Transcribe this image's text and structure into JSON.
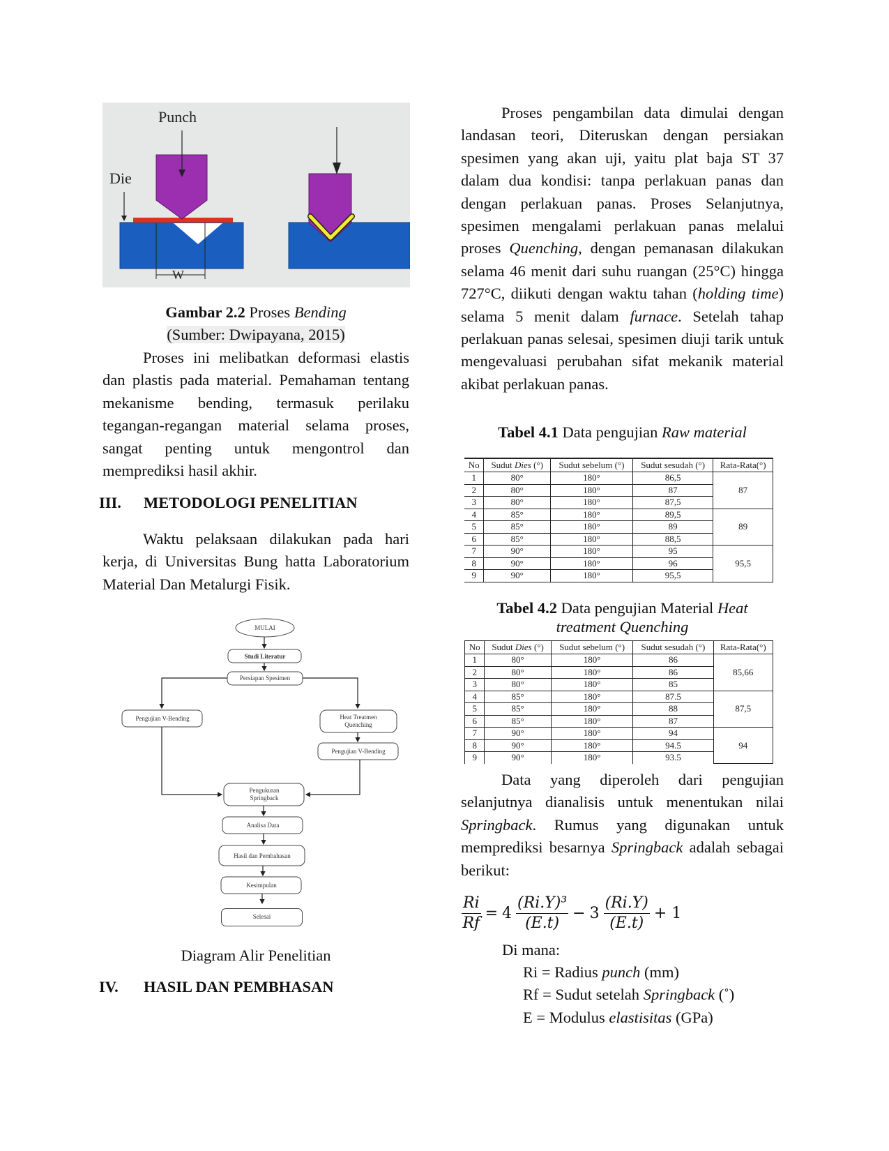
{
  "figure": {
    "labels": {
      "punch": "Punch",
      "die": "Die",
      "width": "W"
    },
    "caption_bold": "Gambar 2.2",
    "caption_text": "Proses",
    "caption_italic": "Bending",
    "source": "(Sumber: Dwipayana, 2015)",
    "colors": {
      "die_block": "#1a5fc0",
      "punch": "#9c2fb0",
      "sheet": "#e0301e",
      "bent_sheet": "#f2ec34",
      "background": "#e6e8e8"
    }
  },
  "left_paragraph_1": "Proses ini melibatkan deformasi elastis dan plastis pada material. Pemahaman tentang mekanisme bending, termasuk perilaku tegangan-regangan material selama proses, sangat penting untuk mengontrol dan memprediksi hasil akhir.",
  "section3": {
    "number": "III.",
    "title": "METODOLOGI PENELITIAN"
  },
  "left_paragraph_2": "Waktu pelaksaan dilakukan pada hari kerja, di Universitas Bung hatta Laboratorium Material Dan Metalurgi Fisik.",
  "flowchart": {
    "nodes": {
      "start": "MULAI",
      "studi": "Studi Literatur",
      "persiapan": "Persiapan Spesimen",
      "vbend_left": "Pengujian V-Bending",
      "heat_1": "Heat Treatmen",
      "heat_2": "Quenching",
      "vbend_right": "Pengujian V-Bending",
      "ukur_1": "Pengukuran",
      "ukur_2": "Springback",
      "analisa": "Analisa Data",
      "hasil": "Hasil dan Pembahasan",
      "kesimpulan": "Kesimpulan",
      "selesai": "Selesai"
    },
    "caption": "Diagram Alir Penelitian"
  },
  "section4": {
    "number": "IV.",
    "title": "HASIL DAN PEMBHASAN"
  },
  "right_paragraph_1": {
    "part1": "Proses pengambilan data dimulai dengan landasan teori, Diteruskan dengan persiakan spesimen yang akan uji, yaitu plat baja ST 37 dalam dua kondisi: tanpa perlakuan panas dan dengan perlakuan panas. Proses Selanjutnya, spesimen mengalami perlakuan panas melalui proses ",
    "quenching": "Quenching",
    "part2": ", dengan pemanasan dilakukan selama 46 menit dari suhu ruangan (25°C) hingga 727°C, diikuti dengan waktu tahan (",
    "holding": "holding time",
    "part3": ") selama 5 menit dalam ",
    "furnace": "furnace",
    "part4": ". Setelah tahap perlakuan panas selesai, spesimen diuji tarik untuk mengevaluasi perubahan sifat mekanik material akibat perlakuan panas."
  },
  "table1": {
    "caption_bold": "Tabel 4.1",
    "caption_text": "Data pengujian",
    "caption_italic": "Raw material",
    "headers": [
      "No",
      "Sudut ",
      "Dies",
      " (°)",
      "Sudut sebelum (°)",
      "Sudut sesudah (°)",
      "Rata-Rata(°)"
    ],
    "rows": [
      [
        "1",
        "80°",
        "180°",
        "86,5"
      ],
      [
        "2",
        "80°",
        "180°",
        "87"
      ],
      [
        "3",
        "80°",
        "180°",
        "87,5"
      ],
      [
        "4",
        "85°",
        "180°",
        "89,5"
      ],
      [
        "5",
        "85°",
        "180°",
        "89"
      ],
      [
        "6",
        "85°",
        "180°",
        "88,5"
      ],
      [
        "7",
        "90°",
        "180°",
        "95"
      ],
      [
        "8",
        "90°",
        "180°",
        "96"
      ],
      [
        "9",
        "90°",
        "180°",
        "95,5"
      ]
    ],
    "averages": [
      "87",
      "89",
      "95,5"
    ]
  },
  "table2": {
    "caption_bold": "Tabel 4.2",
    "caption_text": "Data pengujian Material",
    "caption_italic_1": "Heat",
    "caption_italic_2": "treatment Quenching",
    "headers": [
      "No",
      "Sudut ",
      "Dies",
      " (°)",
      "Sudut sebelum (°)",
      "Sudut sesudah (°)",
      "Rata-Rata(°)"
    ],
    "rows": [
      [
        "1",
        "80°",
        "180°",
        "86"
      ],
      [
        "2",
        "80°",
        "180°",
        "86"
      ],
      [
        "3",
        "80°",
        "180°",
        "85"
      ],
      [
        "4",
        "85°",
        "180°",
        "87.5"
      ],
      [
        "5",
        "85°",
        "180°",
        "88"
      ],
      [
        "6",
        "85°",
        "180°",
        "87"
      ],
      [
        "7",
        "90°",
        "180°",
        "94"
      ],
      [
        "8",
        "90°",
        "180°",
        "94.5"
      ],
      [
        "9",
        "90°",
        "180°",
        "93.5"
      ]
    ],
    "averages": [
      "85,66",
      "87,5",
      "94"
    ]
  },
  "right_paragraph_2": {
    "part1": "Data yang diperoleh dari pengujian selanjutnya dianalisis untuk menentukan nilai ",
    "springback1": "Springback",
    "part2": ". Rumus yang digunakan untuk memprediksi besarnya ",
    "springback2": "Springback",
    "part3": " adalah sebagai berikut:"
  },
  "formula": {
    "lhs_num": "Ri",
    "lhs_den": "Rf",
    "eq": "=",
    "c1": "4",
    "t1_num": "(Ri.Y)³",
    "t1_den": "(E.t)",
    "minus": "−",
    "c2": "3",
    "t2_num": "(Ri.Y)",
    "t2_den": "(E.t)",
    "plus_one": "+ 1"
  },
  "definitions": {
    "intro": "Di mana:",
    "items": [
      {
        "pre": "Ri = Radius ",
        "italic": "punch",
        "post": " (mm)"
      },
      {
        "pre": "Rf = Sudut setelah ",
        "italic": "Springback",
        "post": " (˚)"
      },
      {
        "pre": "E = Modulus ",
        "italic": "elastisitas",
        "post": " (GPa)"
      }
    ]
  }
}
